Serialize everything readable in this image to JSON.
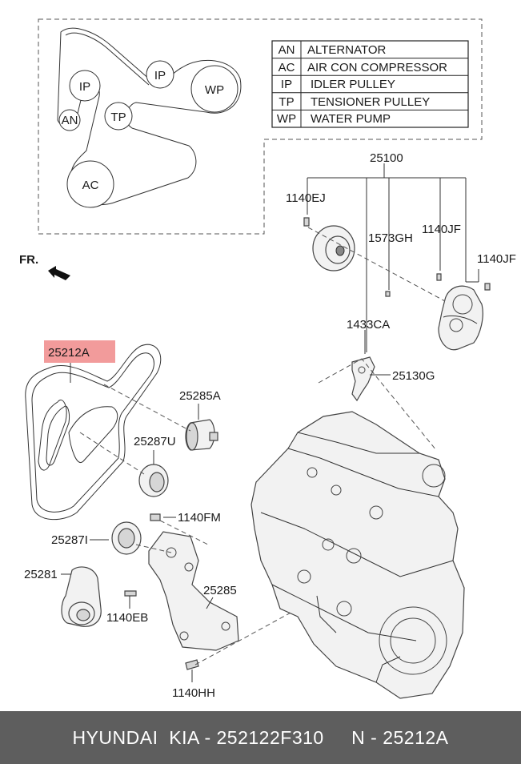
{
  "legend": {
    "rows": [
      {
        "code": "AN",
        "name": "ALTERNATOR"
      },
      {
        "code": "AC",
        "name": "AIR CON COMPRESSOR"
      },
      {
        "code": "IP",
        "name": "IDLER PULLEY"
      },
      {
        "code": "TP",
        "name": "TENSIONER PULLEY"
      },
      {
        "code": "WP",
        "name": "WATER PUMP"
      }
    ]
  },
  "belt_routing": {
    "pulleys": {
      "ip_upper": "IP",
      "ip_left": "IP",
      "wp": "WP",
      "tp": "TP",
      "an": "AN",
      "ac": "AC"
    }
  },
  "orientation": {
    "front_label": "FR."
  },
  "parts": {
    "p25100": "25100",
    "p1140EJ": "1140EJ",
    "p1573GH": "1573GH",
    "p1140JF_a": "1140JF",
    "p1140JF_b": "1140JF",
    "p1433CA": "1433CA",
    "p25130G": "25130G",
    "p25212A": "25212A",
    "p25285A": "25285A",
    "p25287U": "25287U",
    "p1140FM": "1140FM",
    "p25287I": "25287I",
    "p25281": "25281",
    "p25285": "25285",
    "p1140EB": "1140EB",
    "p1140HH": "1140HH"
  },
  "highlight": {
    "part": "25212A",
    "color": "#f08a8a"
  },
  "footer": {
    "text": "HYUNDAI  KIA - 252122F310     N - 25212A",
    "background": "#5e5e5e"
  }
}
